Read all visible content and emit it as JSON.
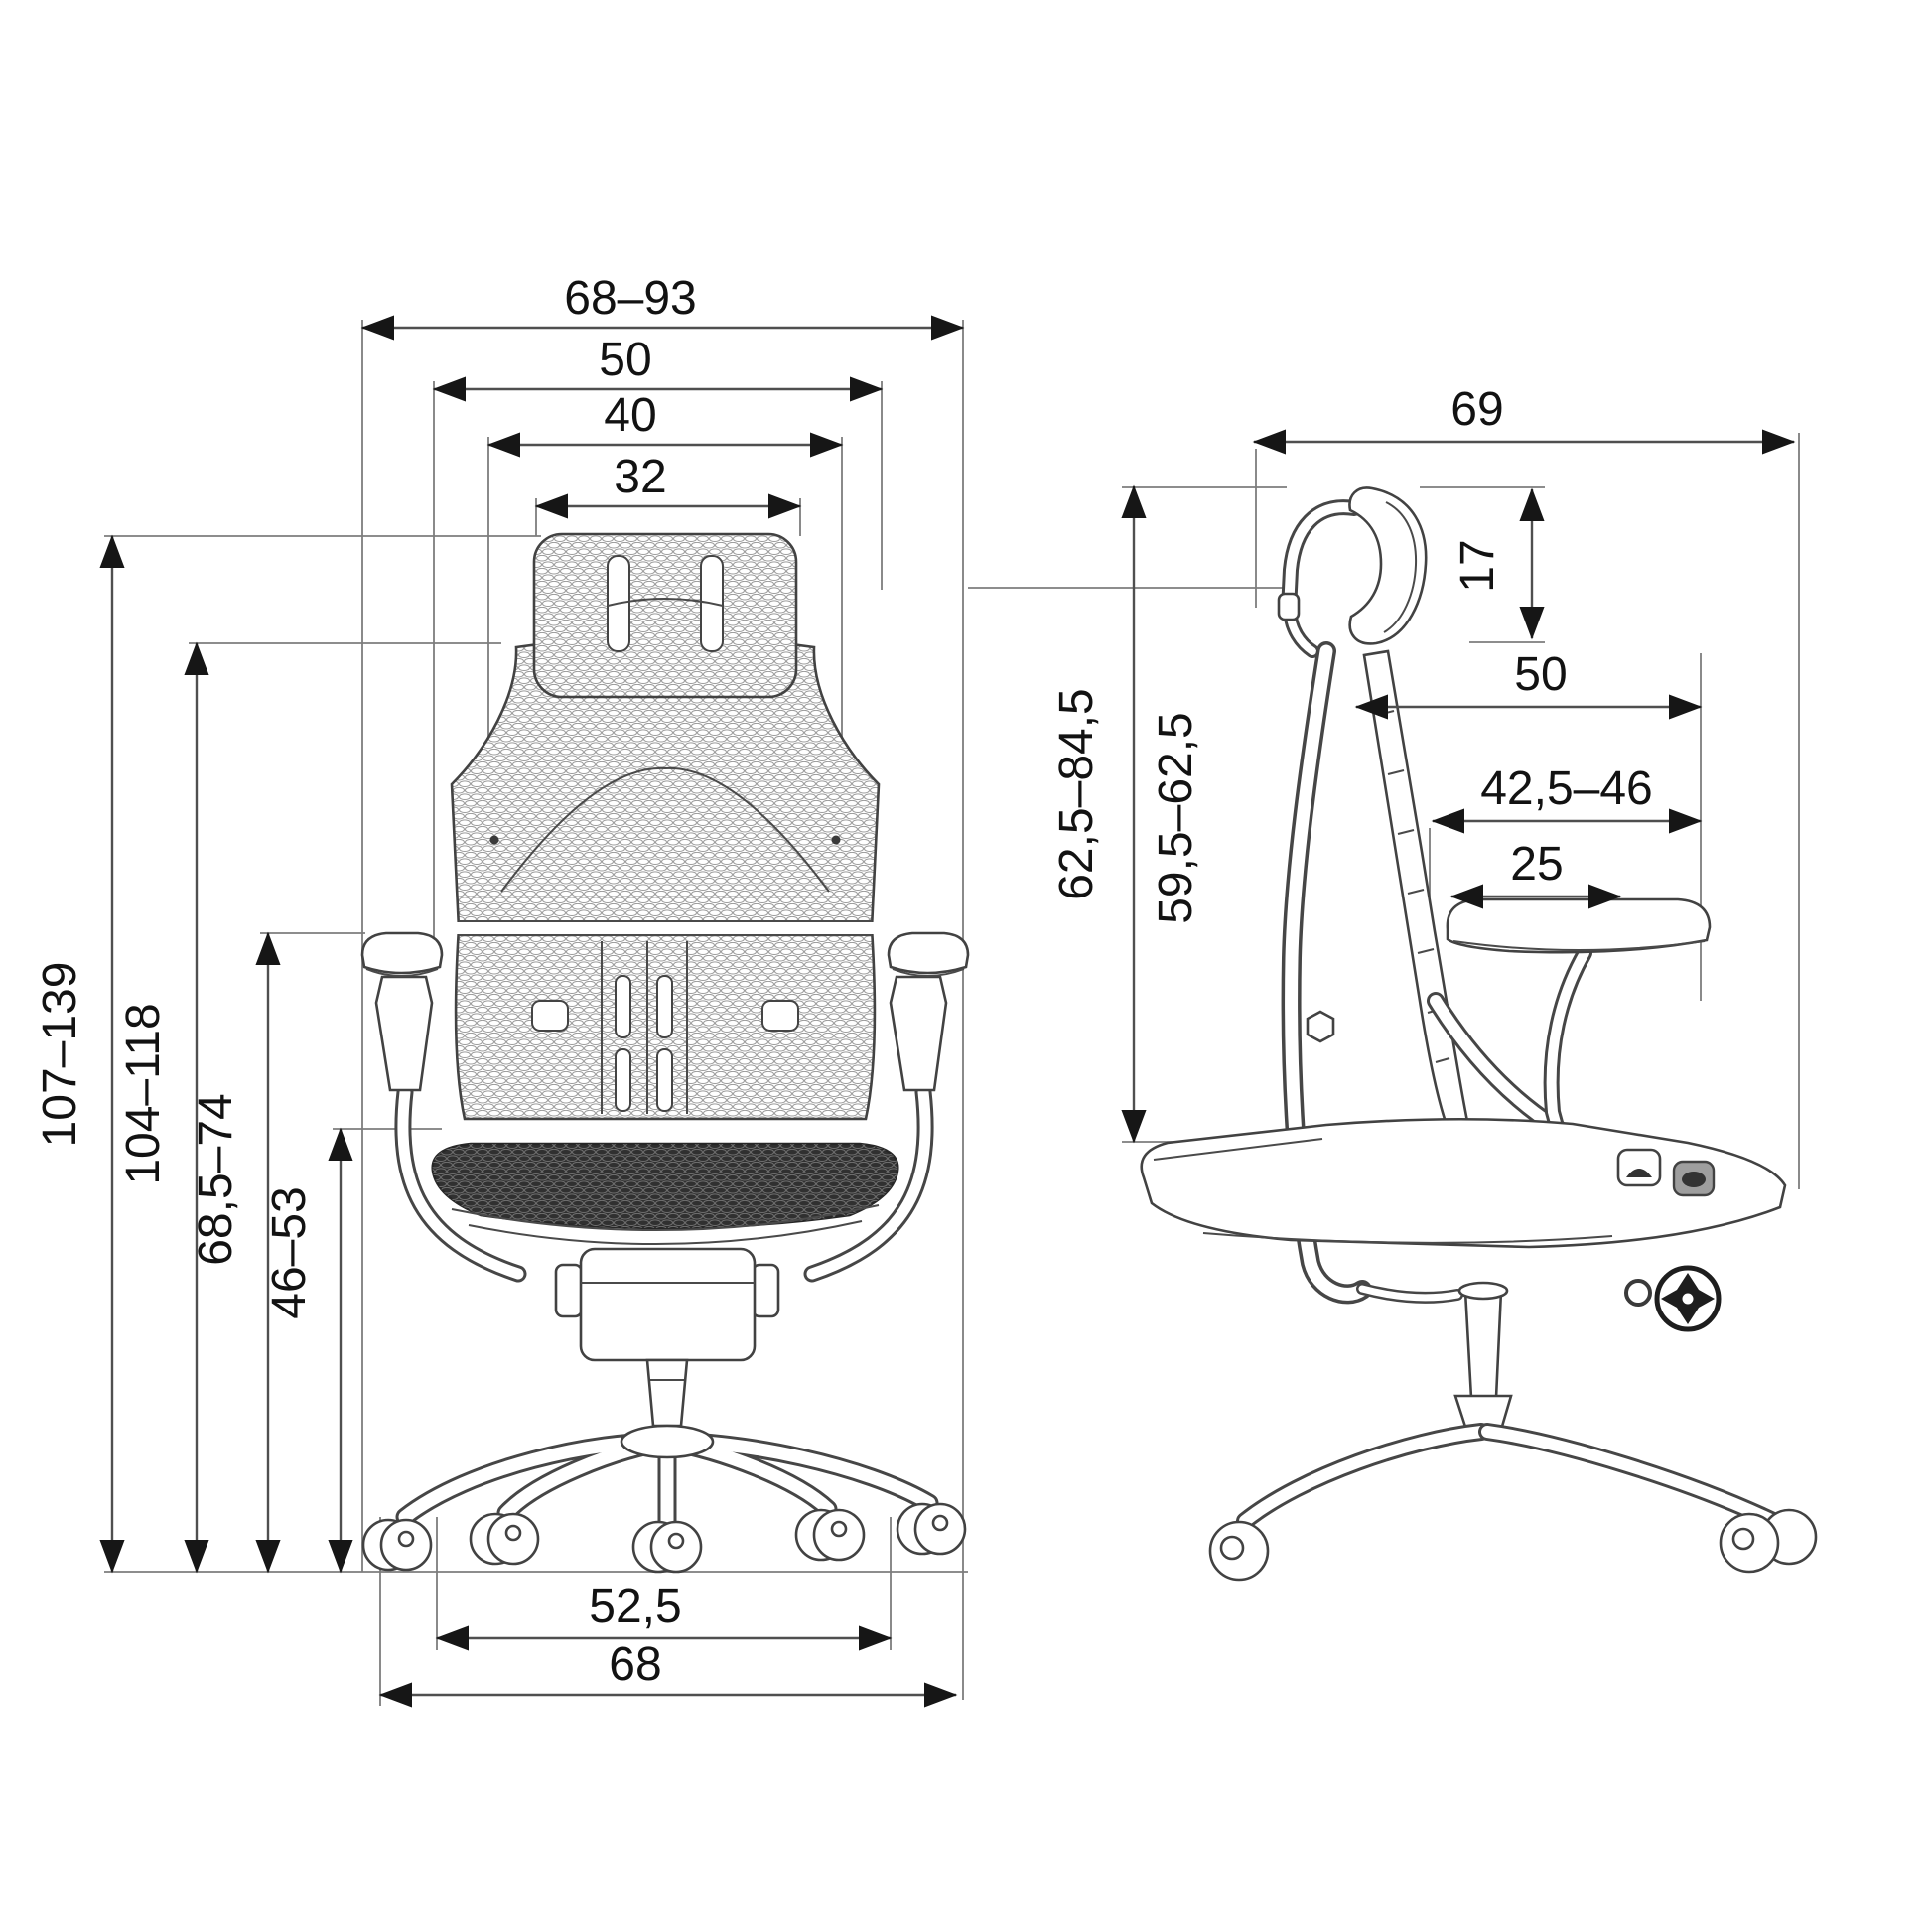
{
  "colors": {
    "line": "#4f4f4f",
    "art_line": "#424242",
    "text": "#121212",
    "background": "#ffffff"
  },
  "dims": {
    "front": {
      "overall_width": "68–93",
      "backrest_width": "50",
      "headrest_width": "40",
      "headrest_pad_width": "32",
      "overall_height": "107–139",
      "headrest_height_from_floor": "104–118",
      "armrest_height": "68,5–74",
      "seat_height": "46–53",
      "base_track_width": "52,5",
      "base_width": "68"
    },
    "side": {
      "overall_depth": "69",
      "headrest_pad_height": "17",
      "upper_depth": "50",
      "seat_depth": "42,5–46",
      "armrest_pad_length": "25",
      "backrest_with_headrest_height": "62,5–84,5",
      "backrest_height": "59,5–62,5"
    }
  }
}
